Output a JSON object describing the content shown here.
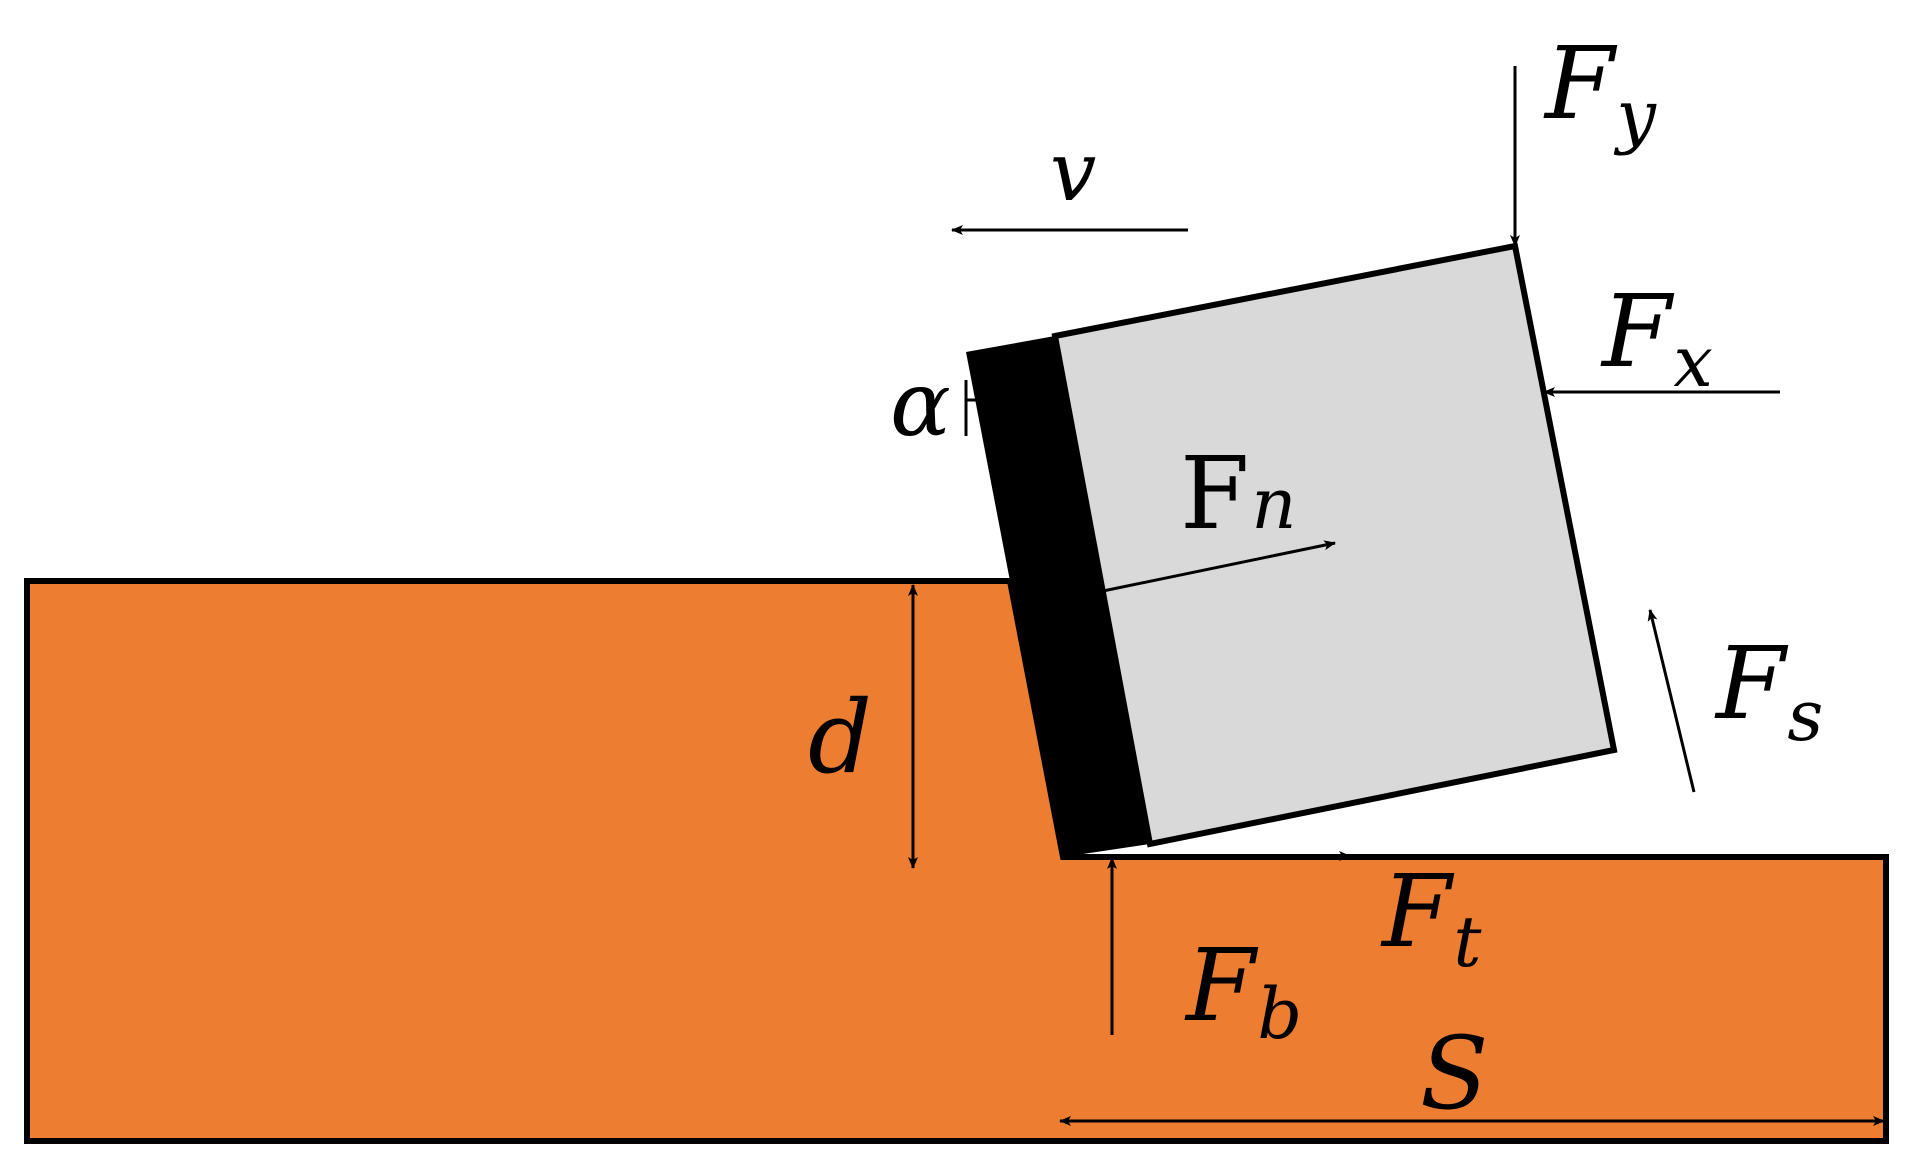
{
  "colors": {
    "workpiece": "#ED7D31",
    "tool_body": "#D9D9D9",
    "tool_edge": "#000000",
    "line": "#000000",
    "background": "#FFFFFF"
  },
  "labels": {
    "v": "v",
    "alpha": "α",
    "Fy_main": "F",
    "Fy_sub": "y",
    "Fx_main": "F",
    "Fx_sub": "x",
    "Fn_main": "F",
    "Fn_sub": "n",
    "Fs_main": "F",
    "Fs_sub": "s",
    "Ft_main": "F",
    "Ft_sub": "t",
    "Fb_main": "F",
    "Fb_sub": "b",
    "d": "d",
    "S": "S"
  }
}
